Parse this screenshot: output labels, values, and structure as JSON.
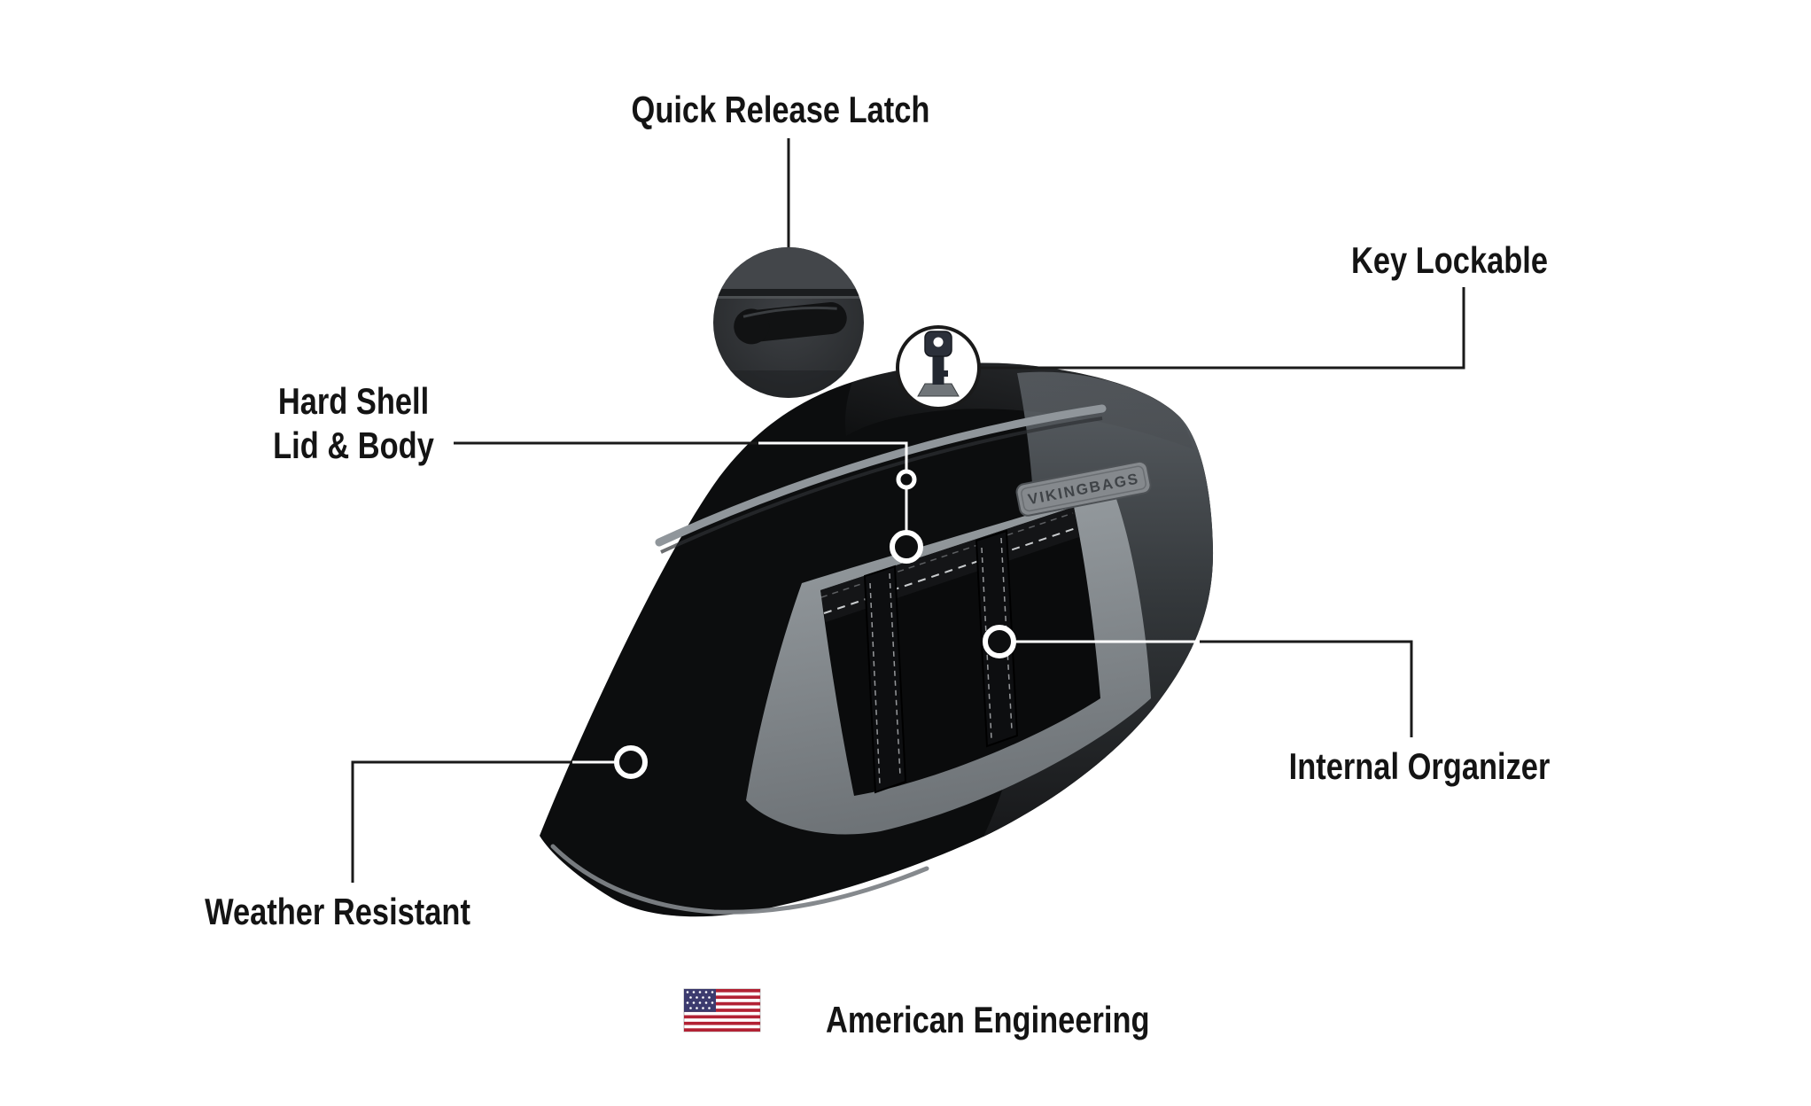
{
  "badge": {
    "logo_text": "VIKINGBAGS"
  },
  "callouts": {
    "quick_release_latch": {
      "label": "Quick Release Latch"
    },
    "key_lockable": {
      "label": "Key Lockable"
    },
    "hard_shell": {
      "line1": "Hard Shell",
      "line2": "Lid & Body"
    },
    "internal_organizer": {
      "label": "Internal Organizer"
    },
    "weather_resistant": {
      "label": "Weather Resistant"
    }
  },
  "footer": {
    "label": "American Engineering",
    "flag": "us-flag"
  },
  "colors": {
    "background": "#ffffff",
    "text": "#141414",
    "bag_black": "#0c0d0e",
    "accent_gray": "#90969b",
    "inner_gray": "#868c90",
    "flag_red": "#b22234",
    "flag_blue": "#3c3b6e",
    "callout_line": "#1a1a1a"
  }
}
